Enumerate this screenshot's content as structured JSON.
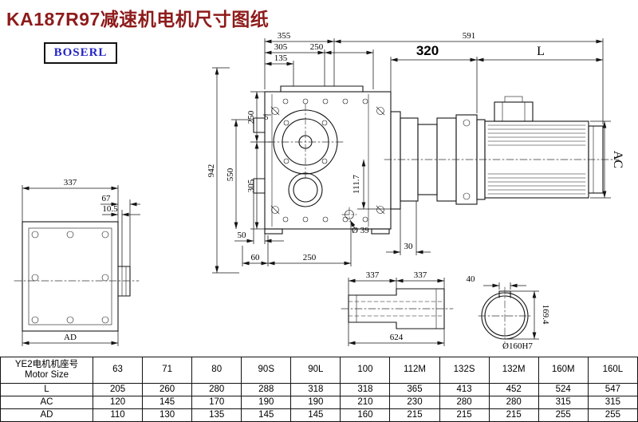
{
  "title": "KA187R97减速机电机尺寸图纸",
  "logo_text": "BOSERL",
  "colors": {
    "title_color": "#8e1b1b",
    "logo_color": "#2424c8",
    "line_color": "#141414"
  },
  "main_view": {
    "dims_top": {
      "d355": "355",
      "d591": "591",
      "d305": "305",
      "d250": "250",
      "d135": "135"
    },
    "dims_left": {
      "d942": "942",
      "d550": "550",
      "d250v": "250",
      "d5": "5",
      "d305v": "305"
    },
    "dims_right": {
      "d111_7": "111.7"
    },
    "dims_bottom": {
      "d50": "50",
      "d60": "60",
      "d250b": "250",
      "d39": "Ø 39",
      "d30": "30"
    }
  },
  "motor_view": {
    "d320": "320",
    "dL": "L",
    "dAC": "AC"
  },
  "side_view": {
    "d337": "337",
    "d67": "67",
    "d10_5": "10.5",
    "dAD": "AD"
  },
  "shaft_view": {
    "d337a": "337",
    "d337b": "337",
    "d624": "624"
  },
  "bore_view": {
    "d40": "40",
    "d169_4": "169.4",
    "d160": "Ø160H7"
  },
  "table": {
    "header_line1": "YE2电机机座号",
    "header_line2": "Motor Size",
    "columns": [
      "63",
      "71",
      "80",
      "90S",
      "90L",
      "100",
      "112M",
      "132S",
      "132M",
      "160M",
      "160L"
    ],
    "rows": [
      {
        "label": "L",
        "values": [
          "205",
          "260",
          "280",
          "288",
          "318",
          "318",
          "365",
          "413",
          "452",
          "524",
          "547"
        ]
      },
      {
        "label": "AC",
        "values": [
          "120",
          "145",
          "170",
          "190",
          "190",
          "210",
          "230",
          "280",
          "280",
          "315",
          "315"
        ]
      },
      {
        "label": "AD",
        "values": [
          "110",
          "130",
          "135",
          "145",
          "145",
          "160",
          "215",
          "215",
          "215",
          "255",
          "255"
        ]
      }
    ]
  }
}
